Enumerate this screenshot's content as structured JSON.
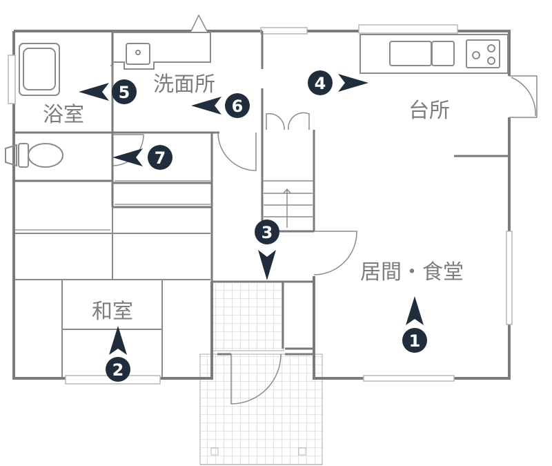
{
  "rooms": {
    "bath": "浴室",
    "washroom": "洗面所",
    "kitchen": "台所",
    "living": "居間・食堂",
    "washitsu": "和室"
  },
  "markers": {
    "m1": "1",
    "m2": "2",
    "m3": "3",
    "m4": "4",
    "m5": "5",
    "m6": "6",
    "m7": "7"
  },
  "colors": {
    "wall": "#7a7a7a",
    "thin": "#9a9a9a",
    "marker": "#1f2d3d",
    "label": "#7d7d7d"
  }
}
